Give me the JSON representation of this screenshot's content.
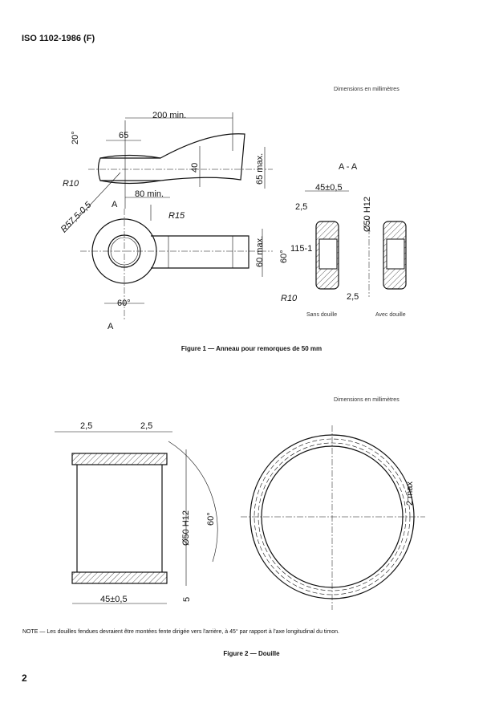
{
  "header": {
    "doc_id": "ISO 1102-1986 (F)"
  },
  "figure1": {
    "units_note": "Dimensions en millimètres",
    "labels": {
      "d200": "200 min.",
      "d65": "65",
      "a20": "20°",
      "r10": "R10",
      "r57": "R57,5-0,5",
      "d40": "40",
      "d65max": "65 max.",
      "d80": "80 min.",
      "secA": "A",
      "r15": "R15",
      "d60max": "60 max.",
      "a60": "60°"
    },
    "section": {
      "title": "A - A",
      "d45": "45±0,5",
      "d25a": "2,5",
      "phi50": "Ø50 H12",
      "a60": "60°",
      "d115": "115-1",
      "r10": "R10",
      "d25b": "2,5",
      "sans": "Sans douille",
      "avec": "Avec douille"
    },
    "caption": "Figure 1 — Anneau pour remorques de 50 mm"
  },
  "figure2": {
    "units_note": "Dimensions en millimètres",
    "labels": {
      "d25a": "2,5",
      "d25b": "2,5",
      "phi50": "Ø50 H12",
      "a60": "60°",
      "d5": "5",
      "d45": "45±0,5",
      "d2max": "2 max"
    },
    "note": "NOTE — Les douilles fendues devraient être montées fente dirigée vers l'arrière, à 45° par rapport à l'axe longitudinal du timon.",
    "caption": "Figure 2 — Douille"
  },
  "page_number": "2"
}
